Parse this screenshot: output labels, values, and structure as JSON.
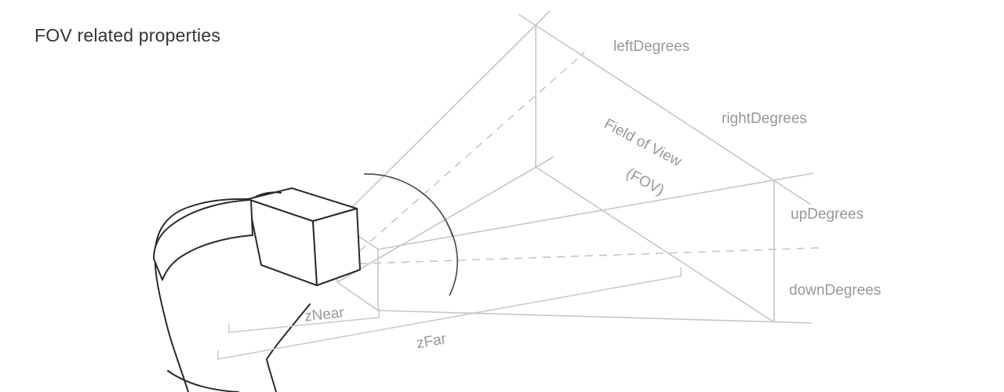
{
  "title": "FOV related properties",
  "diagram": {
    "labels": {
      "left_degrees": "leftDegrees",
      "right_degrees": "rightDegrees",
      "fov_line1": "Field of View",
      "fov_line2": "(FOV)",
      "up_degrees": "upDegrees",
      "down_degrees": "downDegrees",
      "z_near": "zNear",
      "z_far": "zFar"
    },
    "colors": {
      "outline_dark": "#2e2a28",
      "frustum_gray": "#c9c5c1",
      "label_gray": "#9a9794",
      "title_color": "#333333"
    }
  }
}
